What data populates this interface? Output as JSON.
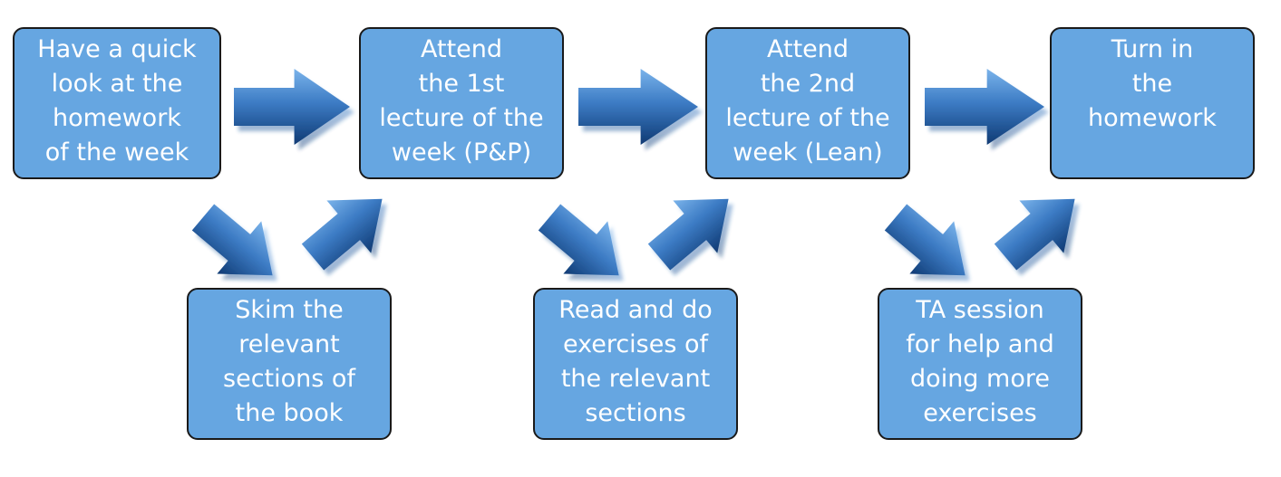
{
  "colors": {
    "box_fill": "#66a6e1",
    "box_border": "#1a1a1a",
    "text": "#ffffff",
    "arrow_light": "#6aa6e4",
    "arrow_dark": "#12427f"
  },
  "steps": {
    "look_homework": [
      "Have a quick",
      "look at the",
      "homework",
      "of the week"
    ],
    "attend_first": [
      "Attend",
      "the 1st",
      "lecture of the",
      "week (P&P)"
    ],
    "attend_second": [
      "Attend",
      "the 2nd",
      "lecture of the",
      "week (Lean)"
    ],
    "turn_in": [
      "Turn in",
      "the",
      "homework"
    ],
    "skim_sections": [
      "Skim the",
      "relevant",
      "sections of",
      "the book"
    ],
    "read_exercises": [
      "Read and do",
      "exercises of",
      "the relevant",
      "sections"
    ],
    "ta_session": [
      "TA session",
      "for help and",
      "doing more",
      "exercises"
    ]
  }
}
